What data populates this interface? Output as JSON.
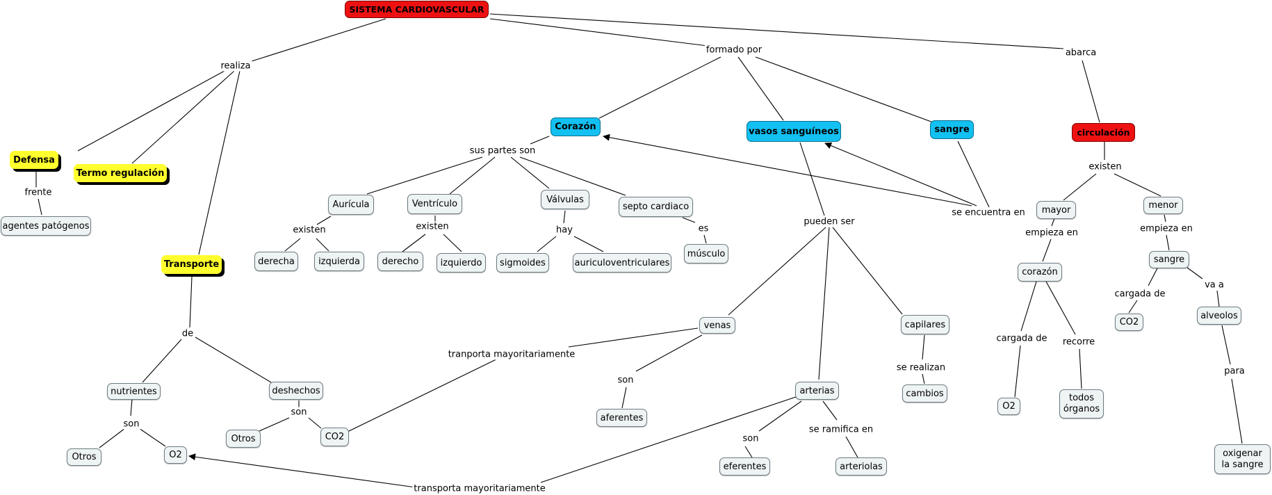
{
  "concepts": {
    "sistema": "SISTEMA CARDIOVASCULAR",
    "defensa": "Defensa",
    "termo": "Termo regulación",
    "transporte": "Transporte",
    "agentes": "agentes patógenos",
    "corazon": "Corazón",
    "vasos": "vasos sanguíneos",
    "sangre": "sangre",
    "circulacion": "circulación",
    "auricula": "Aurícula",
    "ventriculo": "Ventrículo",
    "valvulas": "Válvulas",
    "septo": "septo cardiaco",
    "derecha": "derecha",
    "izquierda": "izquierda",
    "derecho": "derecho",
    "izquierdo": "izquierdo",
    "sigmoides": "sigmoides",
    "auriculov": "auriculoventriculares",
    "musculo": "músculo",
    "venas": "venas",
    "capilares": "capilares",
    "arterias": "arterias",
    "aferentes": "aferentes",
    "eferentes": "eferentes",
    "arteriolas": "arteriolas",
    "cambios": "cambios",
    "nutrientes": "nutrientes",
    "deshechos": "deshechos",
    "otros1": "Otros",
    "o2a": "O2",
    "otros2": "Otros",
    "co2a": "CO2",
    "mayor": "mayor",
    "menor": "menor",
    "corazon2": "corazón",
    "sangre2": "sangre",
    "co2b": "CO2",
    "alveolos": "alveolos",
    "o2b": "O2",
    "todos": "todos órganos",
    "oxigenar": "oxigenar la sangre"
  },
  "linking_phrases": {
    "realiza": "realiza",
    "formado_por": "formado por",
    "abarca": "abarca",
    "frente": "frente",
    "sus_partes_son": "sus partes son",
    "existen1": "existen",
    "existen2": "existen",
    "hay": "hay",
    "es": "es",
    "pueden_ser": "pueden ser",
    "se_encuentra_en": "se encuentra en",
    "existen3": "existen",
    "empieza_en1": "empieza en",
    "empieza_en2": "empieza en",
    "cargada_de1": "cargada de",
    "cargada_de2": "cargada de",
    "va_a": "va a",
    "recorre": "recorre",
    "para": "para",
    "de": "de",
    "son1": "son",
    "son2": "son",
    "tranporta": "tranporta mayoritariamente",
    "son3": "son",
    "son4": "son",
    "se_ramifica_en": "se ramifica en",
    "se_realizan": "se realizan",
    "transporta": "transporta mayoritariamente"
  },
  "colors": {
    "root": "#ee1111",
    "organ": "#13c0f2",
    "function": "#ffff2e",
    "concept": "#eef3f4",
    "line": "#000000"
  }
}
